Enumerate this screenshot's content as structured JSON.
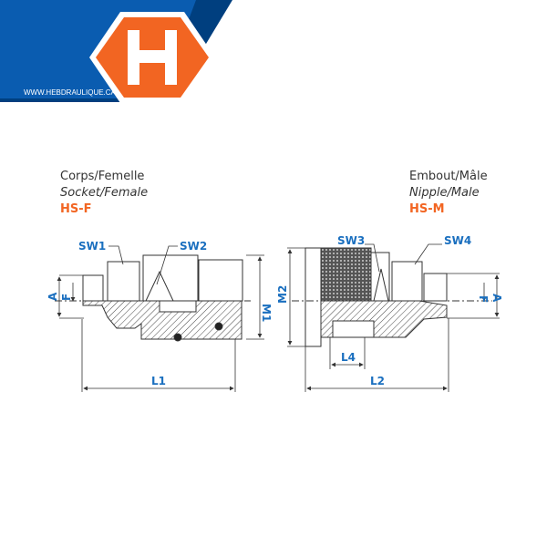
{
  "brand": {
    "url": "WWW.HEBDRAULIQUE.CA",
    "logo_letter": "H",
    "colors": {
      "blue": "#0a5cb0",
      "dark_blue": "#003f7f",
      "orange": "#f26522",
      "label_blue": "#1a6fbf"
    }
  },
  "socket": {
    "fr": "Corps/Femelle",
    "en": "Socket/Female",
    "code": "HS-F",
    "dims": {
      "sw1": "SW1",
      "sw2": "SW2",
      "a": "A",
      "f": "F",
      "m1": "M1",
      "l1": "L1"
    }
  },
  "nipple": {
    "fr": "Embout/Mâle",
    "en": "Nipple/Male",
    "code": "HS-M",
    "dims": {
      "sw3": "SW3",
      "sw4": "SW4",
      "a": "A",
      "f": "F",
      "m2": "M2",
      "l2": "L2",
      "l4": "L4"
    }
  }
}
